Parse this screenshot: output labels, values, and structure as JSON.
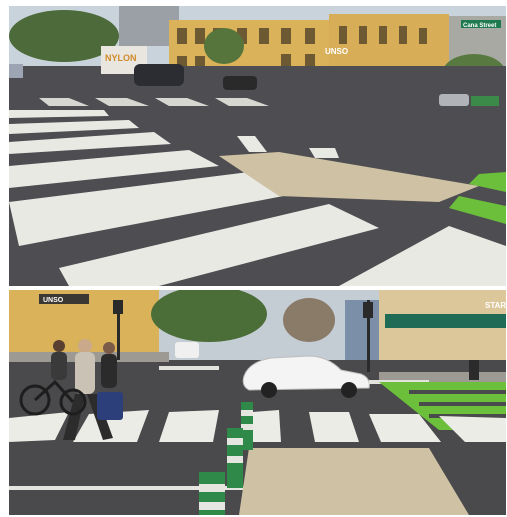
{
  "top_photo": {
    "signs": {
      "truck": "NYLON",
      "awning": "UNSO",
      "street": "Cana Street"
    }
  },
  "bottom_photo": {
    "signs": {
      "shop": "UNSO",
      "store": "STAR"
    }
  },
  "colors": {
    "bike_lane": "#6bbf3a",
    "bollard": "#2f8a4a",
    "asphalt": "#4a4a4c",
    "crosswalk": "#e9e9e4",
    "island": "#cfc2a4",
    "awning": "#1f6b55",
    "building": "#d9b25a"
  }
}
